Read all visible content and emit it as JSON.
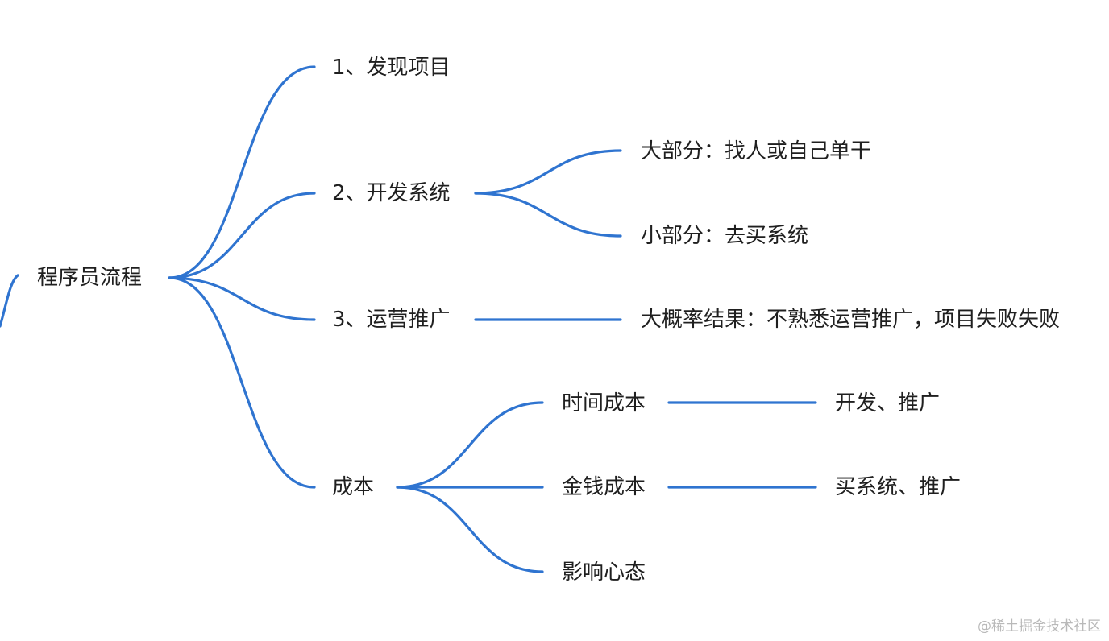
{
  "mindmap": {
    "root": "程序员流程",
    "branches": {
      "discover": "1、发现项目",
      "develop": {
        "label": "2、开发系统",
        "children": [
          "大部分：找人或自己单干",
          "小部分：去买系统"
        ]
      },
      "operate": {
        "label": "3、运营推广",
        "child": "大概率结果：不熟悉运营推广，项目失败失败"
      },
      "cost": {
        "label": "成本",
        "time": {
          "label": "时间成本",
          "child": "开发、推广"
        },
        "money": {
          "label": "金钱成本",
          "child": "买系统、推广"
        },
        "mindset": "影响心态"
      }
    }
  },
  "watermark": "@稀土掘金技术社区",
  "colors": {
    "edge": "#2f74d0",
    "text": "#1f1f1f",
    "background": "#ffffff",
    "watermark": "#b9b9b9"
  }
}
